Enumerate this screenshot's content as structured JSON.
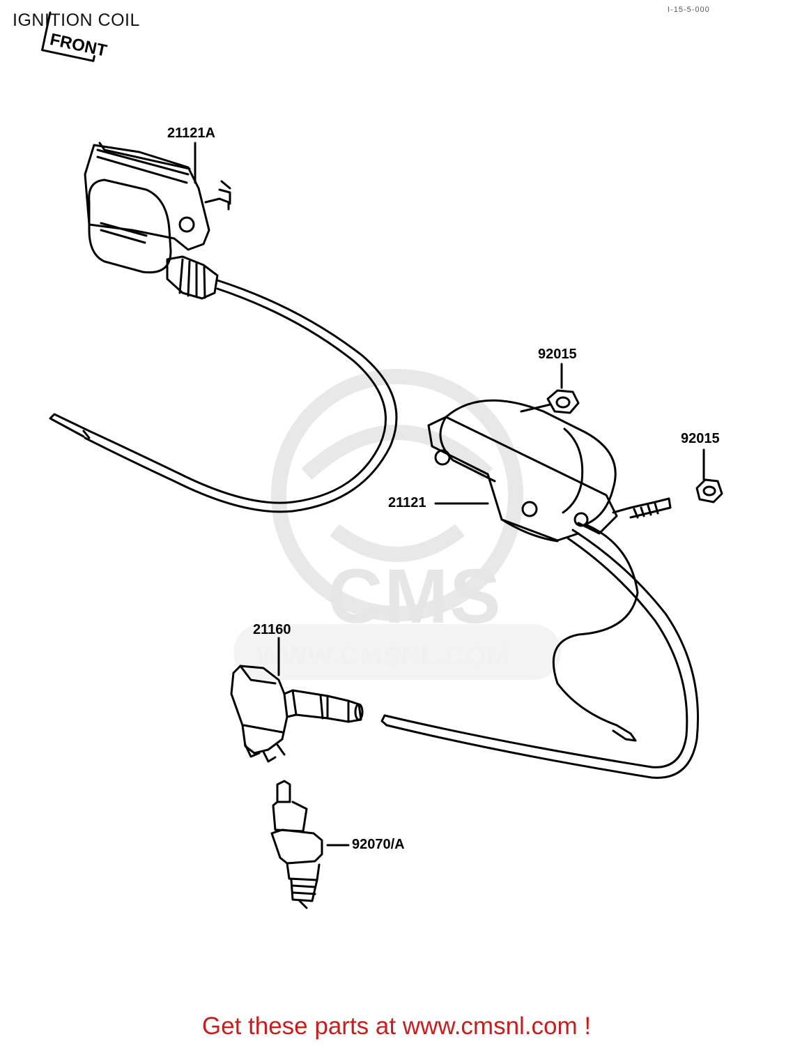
{
  "title": "IGNITION COIL",
  "code_mark": "I-15-5-000",
  "orientation_stamp": "FRONT",
  "part_labels": {
    "base_coil": "21121A",
    "coil": "21121",
    "nut_upper": "92015",
    "nut_right": "92015",
    "plug_cap": "21160",
    "spark_plug": "92070/A"
  },
  "watermark": {
    "brand": "CMS",
    "url": "WWW.CMSNL.COM"
  },
  "footer": {
    "text": "Get these parts at www.cmsnl.com !",
    "color": "#c81d1d"
  },
  "colors": {
    "line": "#000000",
    "watermark": "#e3e3e3"
  }
}
